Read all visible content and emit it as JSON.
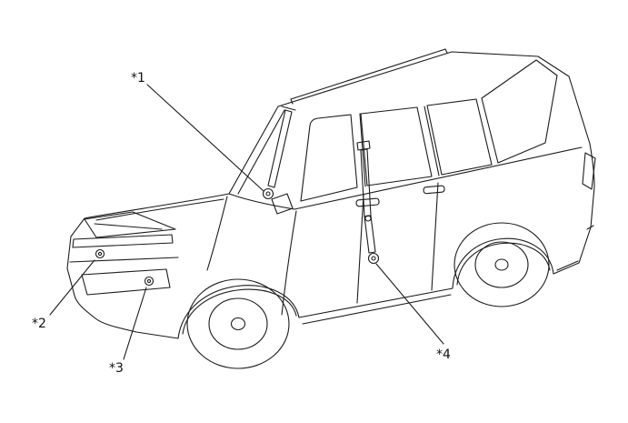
{
  "page": {
    "background_color": "#ffffff",
    "line_color": "#1c1c1c"
  },
  "diagram": {
    "type": "vehicle-parts-location",
    "description": "Line illustration of an SUV, front three-quarter left view, with numbered part location callouts",
    "callouts": [
      {
        "label": "*1"
      },
      {
        "label": "*2"
      },
      {
        "label": "*3"
      },
      {
        "label": "*4"
      }
    ]
  }
}
